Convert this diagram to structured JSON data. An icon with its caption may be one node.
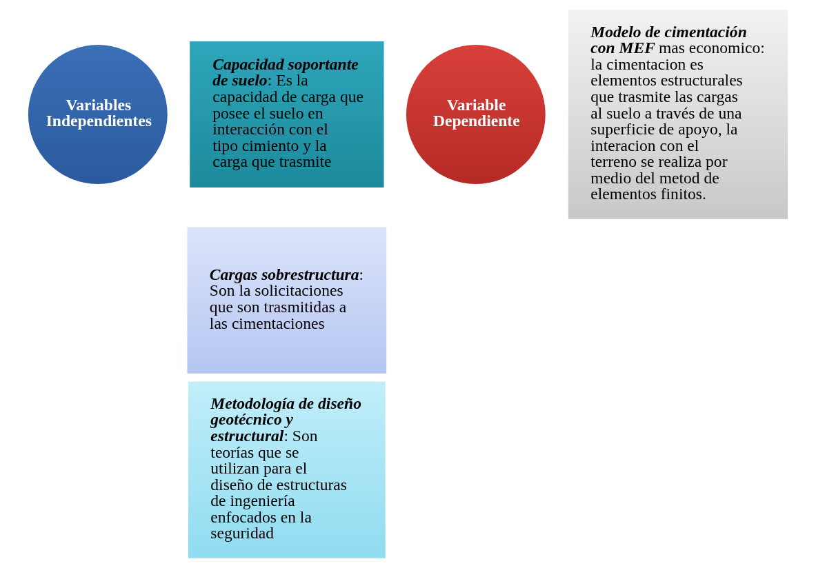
{
  "diagram": {
    "nodes": [
      {
        "text": [
          "Variables Independientes"
        ]
      },
      {
        "text": [
          "Capacidad soportante de suelo",
          ": Es la capacidad de carga que posee el suelo en interacción con el tipo cimiento y la carga que trasmite"
        ]
      },
      {
        "text": [
          "Cargas sobrestructura",
          ": Son la solicitaciones que son trasmitidas a las cimentaciones"
        ]
      },
      {
        "text": [
          "Metodología de diseño geotécnico y estructural",
          ": Son teorías que se utilizan para el diseño de estructuras de ingeniería enfocados en la seguridad"
        ]
      },
      {
        "text": [
          "Variable Dependiente"
        ]
      },
      {
        "text": [
          "Modelo de cimentación con MEF",
          "mas economico: la cimentacion es elementos estructurales que trasmite las cargas al suelo a través de una superficie de apoyo, la interacion con el terreno se realiza por medio del metod de elementos finitos."
        ]
      }
    ],
    "edges": []
  }
}
